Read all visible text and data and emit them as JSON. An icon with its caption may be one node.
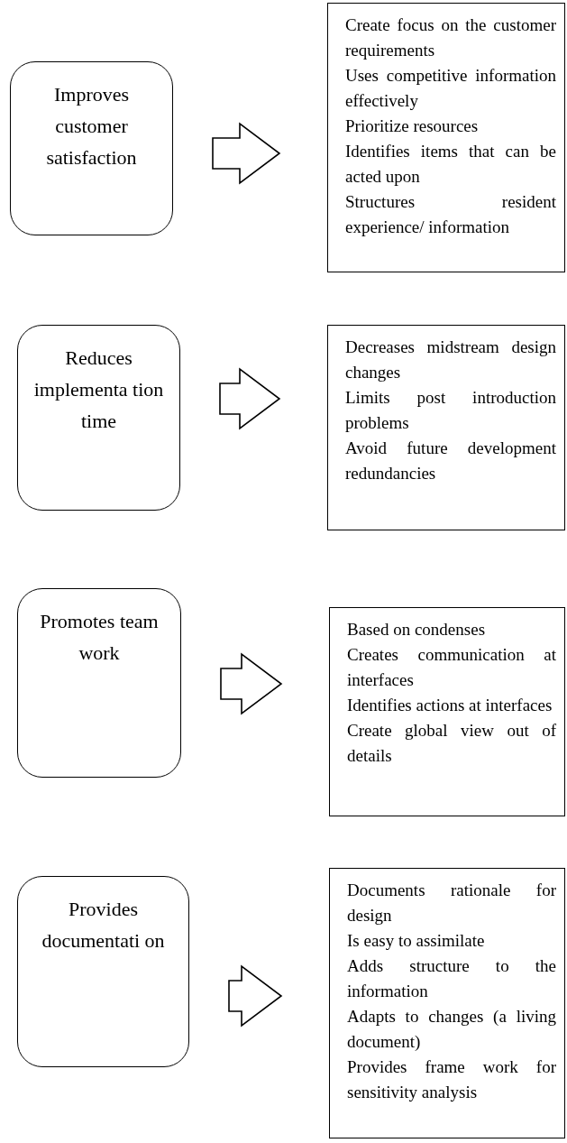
{
  "diagram": {
    "nodes": [
      {
        "text": [
          "Improves customer satisfaction"
        ]
      },
      {
        "text": [
          "Create focus on the customer requirements",
          "Uses competitive information effectively",
          "Prioritize resources",
          "Identifies items that can be acted upon",
          "Structures resident experience/ information"
        ]
      },
      {
        "text": [
          "Reduces implementa tion time"
        ]
      },
      {
        "text": [
          "Decreases midstream design changes",
          "Limits post introduction problems",
          "Avoid future development redundancies"
        ]
      },
      {
        "text": [
          "Promotes team work"
        ]
      },
      {
        "text": [
          "Based on condenses",
          "Creates communication at interfaces",
          "Identifies actions at interfaces",
          "Create global view out of details"
        ]
      },
      {
        "text": [
          "Provides documentati on"
        ]
      },
      {
        "text": [
          "Documents rationale for design",
          "Is easy to assimilate",
          "Adds structure to the information",
          "Adapts to changes (a living document)",
          "Provides frame work for sensitivity analysis"
        ]
      }
    ],
    "edges": [
      {
        "from": 0,
        "to": 1,
        "arrow": "to"
      },
      {
        "from": 2,
        "to": 3,
        "arrow": "to"
      },
      {
        "from": 4,
        "to": 5,
        "arrow": "to"
      },
      {
        "from": 6,
        "to": 7,
        "arrow": "to"
      }
    ]
  }
}
